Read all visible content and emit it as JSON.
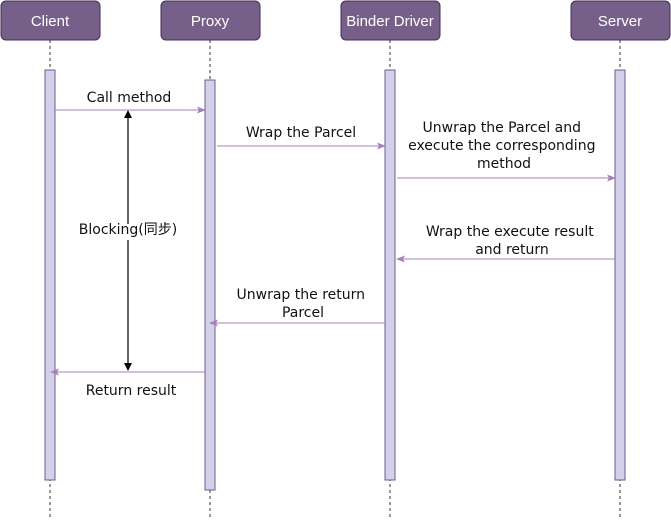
{
  "actors": [
    {
      "id": "client",
      "label": "Client"
    },
    {
      "id": "proxy",
      "label": "Proxy"
    },
    {
      "id": "binder",
      "label": "Binder Driver"
    },
    {
      "id": "server",
      "label": "Server"
    }
  ],
  "messages": [
    {
      "id": "call-method",
      "lines": [
        "Call method"
      ]
    },
    {
      "id": "wrap-parcel",
      "lines": [
        "Wrap the Parcel"
      ]
    },
    {
      "id": "unwrap-execute",
      "lines": [
        "Unwrap the Parcel and",
        "execute the corresponding",
        "method"
      ]
    },
    {
      "id": "wrap-result",
      "lines": [
        "Wrap the execute result",
        "and return"
      ]
    },
    {
      "id": "unwrap-return",
      "lines": [
        "Unwrap the return",
        "Parcel"
      ]
    },
    {
      "id": "return-result",
      "lines": [
        "Return result"
      ]
    }
  ],
  "blocking_label": "Blocking(同步)",
  "colors": {
    "actor_fill": "#76608a",
    "activation_fill": "#d4d0ea",
    "message_line": "#a680b8"
  }
}
